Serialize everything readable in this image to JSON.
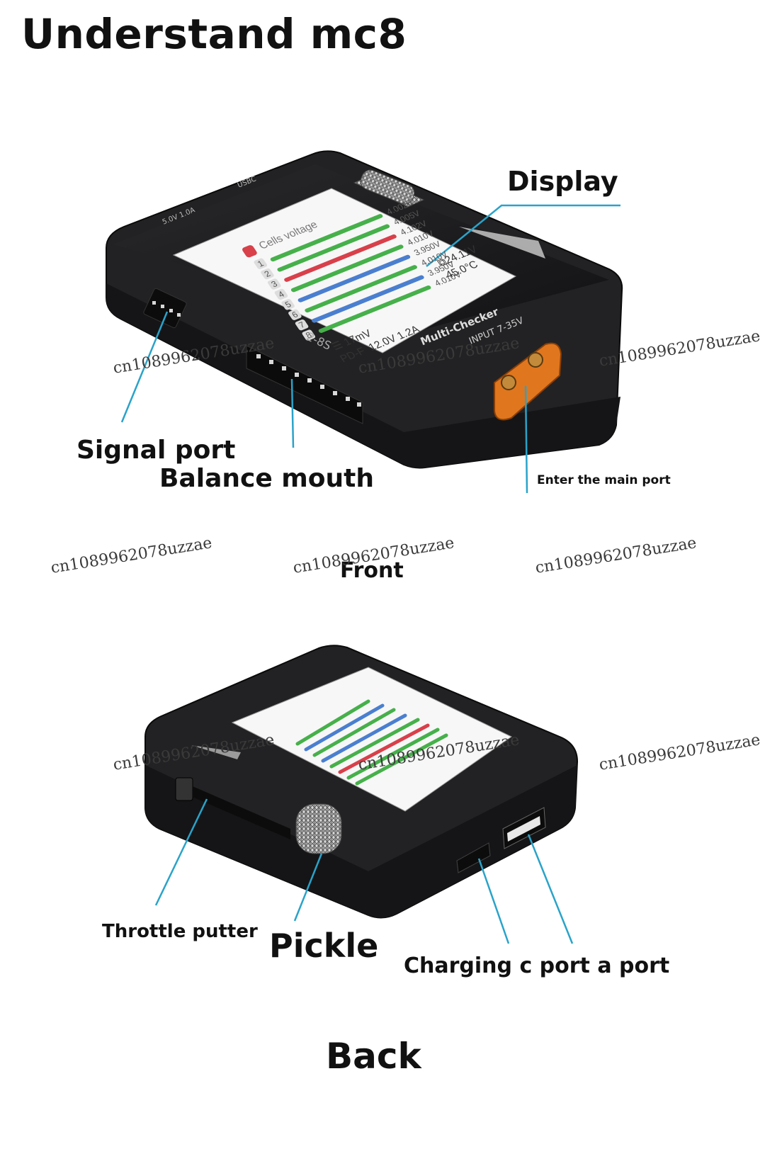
{
  "title": "Understand mc8",
  "front": {
    "section_label": "Front",
    "callouts": {
      "display": "Display",
      "signal_port": "Signal port",
      "balance_mouth": "Balance mouth",
      "main_port": "Enter the main port"
    },
    "printed": {
      "usb_rating": "5.0V 1.0A",
      "usbc": "USBC",
      "balance": "2-8S",
      "input": "INPUT 7-35V",
      "brand": "Multi-Checker"
    },
    "screen": {
      "heading": "Cells voltage",
      "cells": [
        {
          "index": "1",
          "voltage": "4.002V",
          "color": "#46b04a"
        },
        {
          "index": "2",
          "voltage": "4.005V",
          "color": "#46b04a"
        },
        {
          "index": "3",
          "voltage": "4.102V",
          "color": "#d8404a"
        },
        {
          "index": "4",
          "voltage": "4.010V",
          "color": "#46b04a"
        },
        {
          "index": "5",
          "voltage": "3.950V",
          "color": "#4a7fcf"
        },
        {
          "index": "6",
          "voltage": "4.010V",
          "color": "#46b04a"
        },
        {
          "index": "7",
          "voltage": "3.950V",
          "color": "#4a7fcf"
        },
        {
          "index": "8",
          "voltage": "4.010V",
          "color": "#46b04a"
        }
      ],
      "resistance": "17mV",
      "pd_mode": "PD-F",
      "pd_values": "12.0V  1.2A",
      "total_voltage": "24.11V",
      "temperature": "45.0°C"
    }
  },
  "back": {
    "section_label": "Back",
    "callouts": {
      "throttle": "Throttle putter",
      "pickle": "Pickle",
      "charging": "Charging c port a port"
    }
  },
  "watermarks": [
    "cn1089962078uzzae",
    "cn1089962078uzzae",
    "cn1089962078uzzae",
    "cn1089962078uzzae",
    "cn1089962078uzzae",
    "cn1089962078uzzae",
    "cn1089962078uzzae",
    "cn1089962078uzzae",
    "cn1089962078uzzae"
  ],
  "colors": {
    "leader_line": "#2aa3c9",
    "device_body": "#1c1c1e",
    "xt60": "#e0761e",
    "screen_bg": "#f7f7f7"
  }
}
